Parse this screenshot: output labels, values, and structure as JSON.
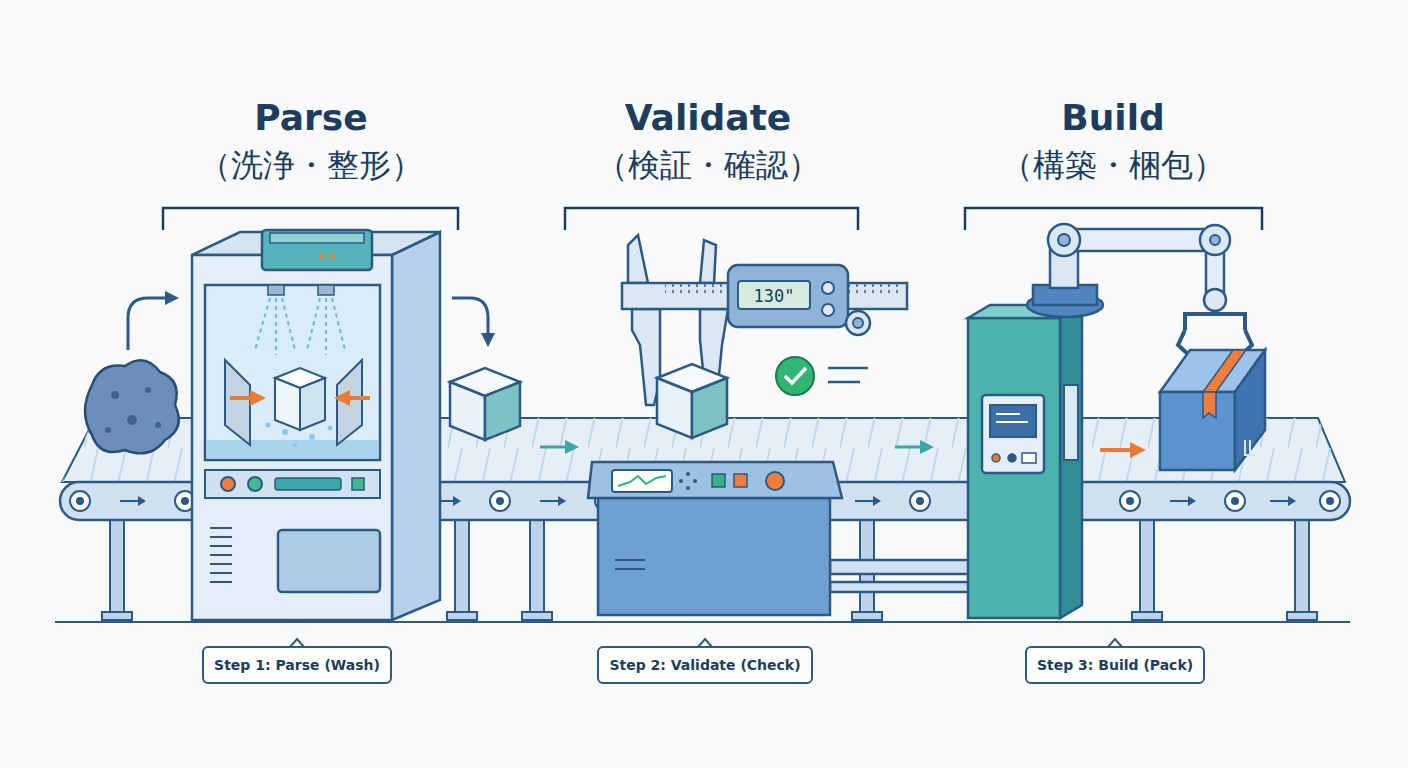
{
  "diagram": {
    "nodes": [
      {
        "text": [
          "Step 1: Parse (Wash)"
        ]
      },
      {
        "text": [
          "Step 2: Validate (Check)"
        ]
      },
      {
        "text": [
          "Step 3: Build (Pack)"
        ]
      }
    ],
    "labels": [
      "Parse",
      "（洗浄・整形）",
      "Validate",
      "（検証・確認）",
      "Build",
      "（構築・梱包）",
      "130\""
    ]
  }
}
